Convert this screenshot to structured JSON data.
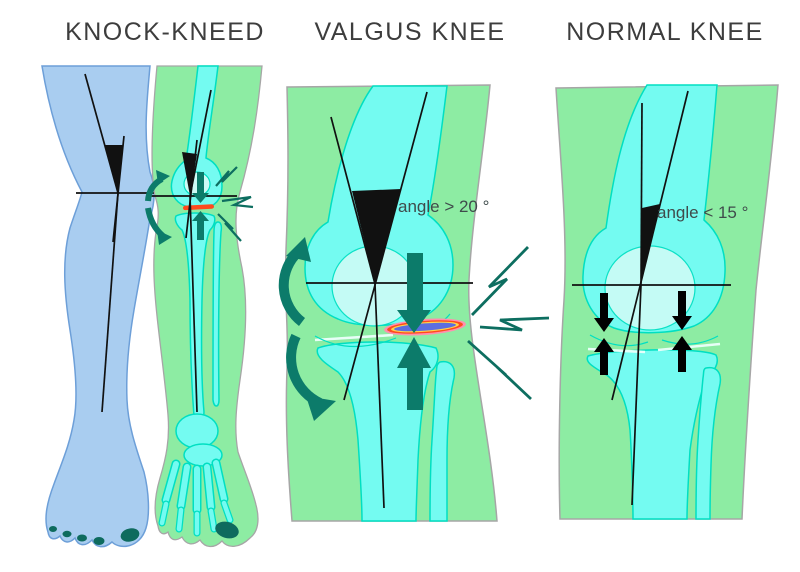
{
  "panels": {
    "knock": {
      "title": "KNOCK-KNEED"
    },
    "valgus": {
      "title": "VALGUS KNEE",
      "angle_label": "angle > 20 °"
    },
    "normal": {
      "title": "NORMAL KNEE",
      "angle_label": "angle < 15 °"
    }
  },
  "colors": {
    "leg-blue": "#a9cdf0",
    "leg-blue-stroke": "#6d9fd8",
    "leg-green": "#8deca3",
    "panel-stroke": "#a6a6a6",
    "bone-cyan": "#74fbf1",
    "bone-stroke": "#00dfc2",
    "bone-light": "#cdfbf6",
    "arrow-teal": "#0c7b6a",
    "flash-teal": "#0d6e60",
    "meniscus-pink": "#ff8fae",
    "meniscus-red": "#ff4a1e",
    "meniscus-yellow": "#ffd24a",
    "meniscus-blue": "#5b6ee1",
    "nail-teal": "#0e6b5e",
    "axis-black": "#111111",
    "label-gray": "#3f4b4b",
    "title-gray": "#3d3d3d",
    "page-bg": "#ffffff"
  }
}
